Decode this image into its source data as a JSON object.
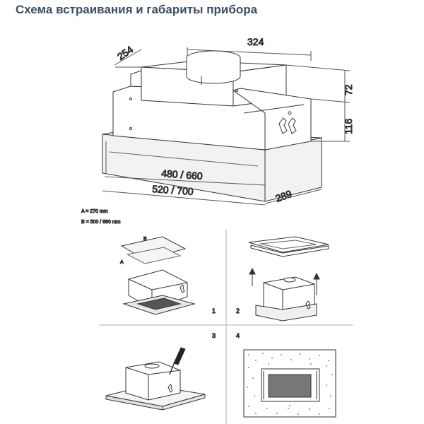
{
  "title": "Схема встраивания и габариты прибора",
  "dimensions": {
    "depth_top": "254",
    "width_top": "324",
    "height_upper": "72",
    "height_lower": "116",
    "inner_width": "480 / 660",
    "outer_width": "520 / 700",
    "depth_bottom": "289"
  },
  "notes": {
    "a": "A = 270 mm",
    "b": "B = 500 / 680 mm"
  },
  "step_labels": {
    "label_a": "A",
    "label_b": "B",
    "s1": "1",
    "s2": "2",
    "s3": "3",
    "s4": "4"
  }
}
